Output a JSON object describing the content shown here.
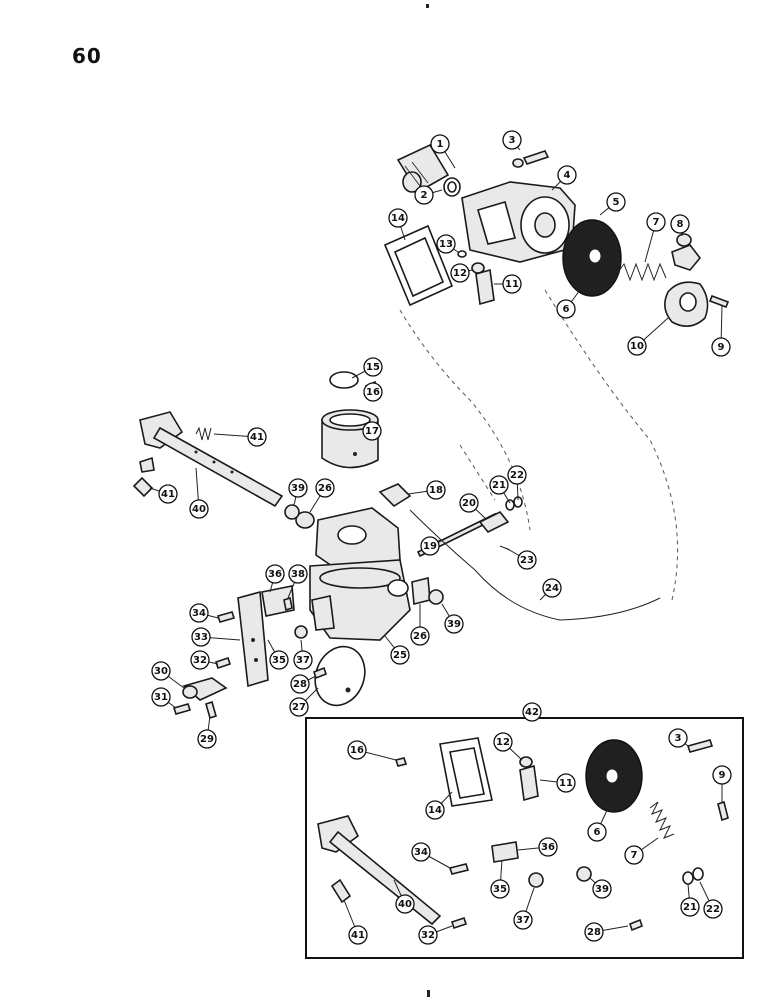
{
  "page_number": "60",
  "callouts": [
    {
      "num": "1"
    },
    {
      "num": "2"
    },
    {
      "num": "3"
    },
    {
      "num": "4"
    },
    {
      "num": "5"
    },
    {
      "num": "6"
    },
    {
      "num": "7"
    },
    {
      "num": "8"
    },
    {
      "num": "9"
    },
    {
      "num": "10"
    },
    {
      "num": "11"
    },
    {
      "num": "12"
    },
    {
      "num": "13"
    },
    {
      "num": "14"
    },
    {
      "num": "15"
    },
    {
      "num": "16"
    },
    {
      "num": "17"
    },
    {
      "num": "18"
    },
    {
      "num": "19"
    },
    {
      "num": "20"
    },
    {
      "num": "21"
    },
    {
      "num": "22"
    },
    {
      "num": "23"
    },
    {
      "num": "24"
    },
    {
      "num": "25"
    },
    {
      "num": "26"
    },
    {
      "num": "26"
    },
    {
      "num": "27"
    },
    {
      "num": "28"
    },
    {
      "num": "29"
    },
    {
      "num": "30"
    },
    {
      "num": "31"
    },
    {
      "num": "32"
    },
    {
      "num": "33"
    },
    {
      "num": "34"
    },
    {
      "num": "35"
    },
    {
      "num": "36"
    },
    {
      "num": "37"
    },
    {
      "num": "38"
    },
    {
      "num": "39"
    },
    {
      "num": "39"
    },
    {
      "num": "40"
    },
    {
      "num": "41"
    },
    {
      "num": "41"
    },
    {
      "num": "42"
    },
    {
      "num": "16"
    },
    {
      "num": "12"
    },
    {
      "num": "11"
    },
    {
      "num": "3"
    },
    {
      "num": "9"
    },
    {
      "num": "14"
    },
    {
      "num": "6"
    },
    {
      "num": "7"
    },
    {
      "num": "34"
    },
    {
      "num": "36"
    },
    {
      "num": "35"
    },
    {
      "num": "39"
    },
    {
      "num": "40"
    },
    {
      "num": "21"
    },
    {
      "num": "22"
    },
    {
      "num": "41"
    },
    {
      "num": "32"
    },
    {
      "num": "37"
    },
    {
      "num": "28"
    }
  ]
}
